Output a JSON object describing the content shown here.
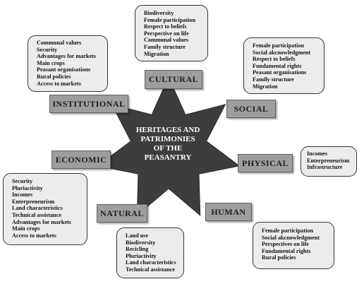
{
  "center": {
    "lines": [
      "HERITAGES AND",
      "PATRIMONIES",
      "OF THE",
      "PEASANTRY"
    ]
  },
  "categories": {
    "cultural": "CULTURAL",
    "social": "SOCIAL",
    "physical": "PHYSICAL",
    "human": "HUMAN",
    "natural": "NATURAL",
    "economic": "ECONOMIC",
    "institutional": "INSTITUTIONAL"
  },
  "boxes": {
    "cultural": [
      "Biodiversity",
      "Female participation",
      "Respect to beliefs",
      "Perspective on life",
      "Communal values",
      "Family structure",
      "Migration"
    ],
    "institutional": [
      "Communal values",
      "Security",
      "Advantages for markets",
      "Main crops",
      "Peasant organisations",
      "Rural policies",
      "Access to markets"
    ],
    "social": [
      "Female participation",
      "Social akcnowledgment",
      "Respect to beliefs",
      "Fundamental rights",
      "Peasant organisations",
      "Family structure",
      "Migration"
    ],
    "physical": [
      "Incomes",
      "Enterpreneurism",
      "Infrastructure"
    ],
    "economic": [
      "Security",
      "Pluriactivity",
      "Incomes",
      "Enterpreneurism",
      "Land characteristics",
      "Technical assistance",
      "Advantages for markets",
      "Main crops",
      "Access to markets"
    ],
    "natural": [
      "Land use",
      "Biodiversity",
      "Recicling",
      "Pluriactivity",
      "Land characteristics",
      "Technical assistance"
    ],
    "human": [
      "Female participation",
      "Social akcnowledgment",
      "Perspectives on life",
      "Fundamental rights",
      "Rural policies"
    ]
  },
  "colors": {
    "star": "#3d3d3d",
    "label_fill": "#9e9e9e",
    "box_fill": "#ececec"
  }
}
